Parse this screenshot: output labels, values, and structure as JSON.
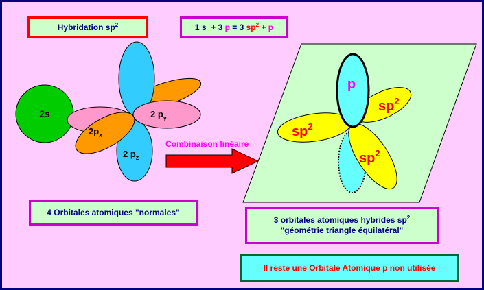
{
  "title": {
    "text": "Hybridation sp",
    "sup": "2"
  },
  "equation": {
    "part1": "1 s",
    "part2": "+ 3",
    "part3": "p",
    "part4": "= 3",
    "part5": "sp",
    "sup": "2",
    "part6": "+",
    "part7": "p"
  },
  "left_orbitals": {
    "s": "2s",
    "px": "2p",
    "px_sub": "x",
    "py": "2 p",
    "py_sub": "y",
    "pz": "2 p",
    "pz_sub": "z"
  },
  "arrow_label": "Combinaison linéaire",
  "right_orbitals": {
    "p": "p",
    "sp": "sp",
    "sup": "2"
  },
  "atomic_box": {
    "text": "4 Orbitales atomiques \"normales\""
  },
  "hybrid_box": {
    "line1": "3 orbitales atomiques hybrides sp",
    "sup": "2",
    "line2": "\"géométrie triangle équilatéral\""
  },
  "unused_box": {
    "text": "Il reste une Orbitale Atomique p non utilisée"
  },
  "colors": {
    "background": "#ffccff",
    "frame": "#000080",
    "plane": "#ccffcc",
    "s_orbital": "#00cc00",
    "p_cyan": "#33ccff",
    "p_orange": "#ff9900",
    "p_pink": "#ff99cc",
    "sp2_yellow": "#ffff00",
    "p_light": "#66ffff",
    "arrow": "#ff0000",
    "label_red": "#ff0000",
    "label_magenta": "#ff00ff"
  }
}
